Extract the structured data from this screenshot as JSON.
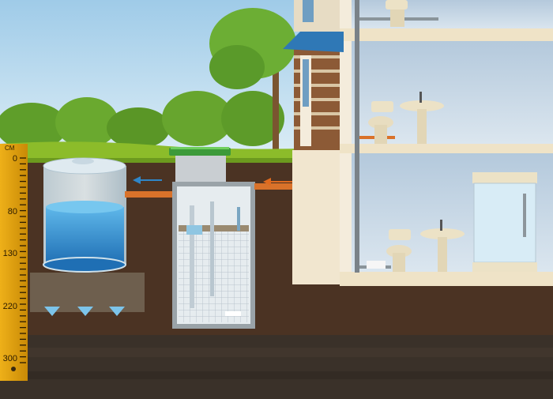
{
  "ruler": {
    "unit": "СМ",
    "labels": [
      {
        "text": "0",
        "value": 0
      },
      {
        "text": "80",
        "value": 80
      },
      {
        "text": "130",
        "value": 130
      },
      {
        "text": "220",
        "value": 220
      },
      {
        "text": "300",
        "value": 300
      }
    ]
  },
  "colors": {
    "sky": "#b9d9ee",
    "grass": "#8cbc2a",
    "soil": "#4b3323",
    "deep_soil": "#3a3129",
    "ruler": "#e2a010",
    "pipe": "#d9722a",
    "water": "#3d9bd6",
    "lid": "#3c9a3a",
    "wall": "#f1e6cf",
    "room": "#c4d6e6",
    "flow_arrow_clean": "#2f86c8",
    "flow_arrow_waste": "#e06a1e"
  }
}
